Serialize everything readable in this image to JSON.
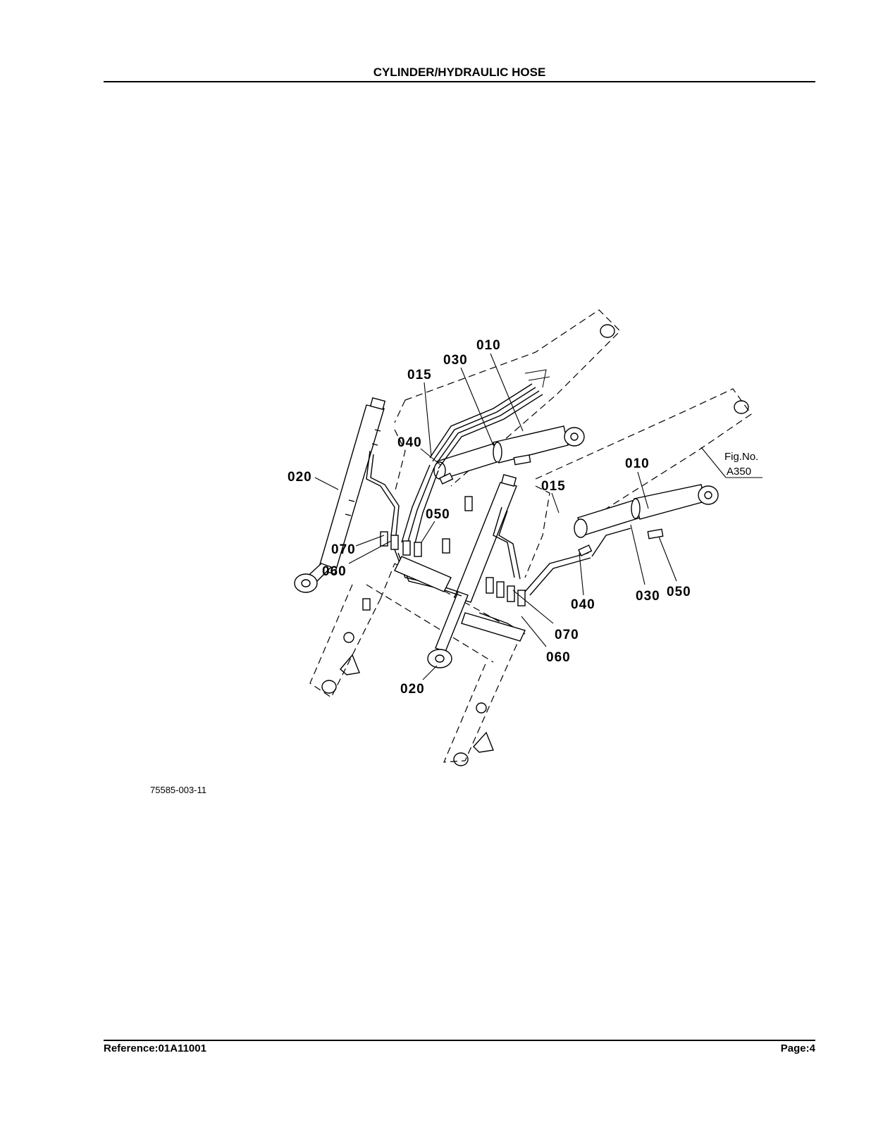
{
  "header": {
    "title": "CYLINDER/HYDRAULIC HOSE"
  },
  "footer": {
    "reference": "Reference:01A11001",
    "page": "Page:4"
  },
  "figure": {
    "fig_no_label": "Fig.No.",
    "fig_no_value": "A350",
    "drawing_number": "75585-003-11",
    "callouts": {
      "c010_a": "010",
      "c030_a": "030",
      "c015_a": "015",
      "c040_a": "040",
      "c020_a": "020",
      "c070_a": "070",
      "c060_a": "060",
      "c050_a": "050",
      "c010_b": "010",
      "c015_b": "015",
      "c040_b": "040",
      "c030_b": "030",
      "c050_b": "050",
      "c070_b": "070",
      "c060_b": "060",
      "c020_b": "020"
    }
  }
}
